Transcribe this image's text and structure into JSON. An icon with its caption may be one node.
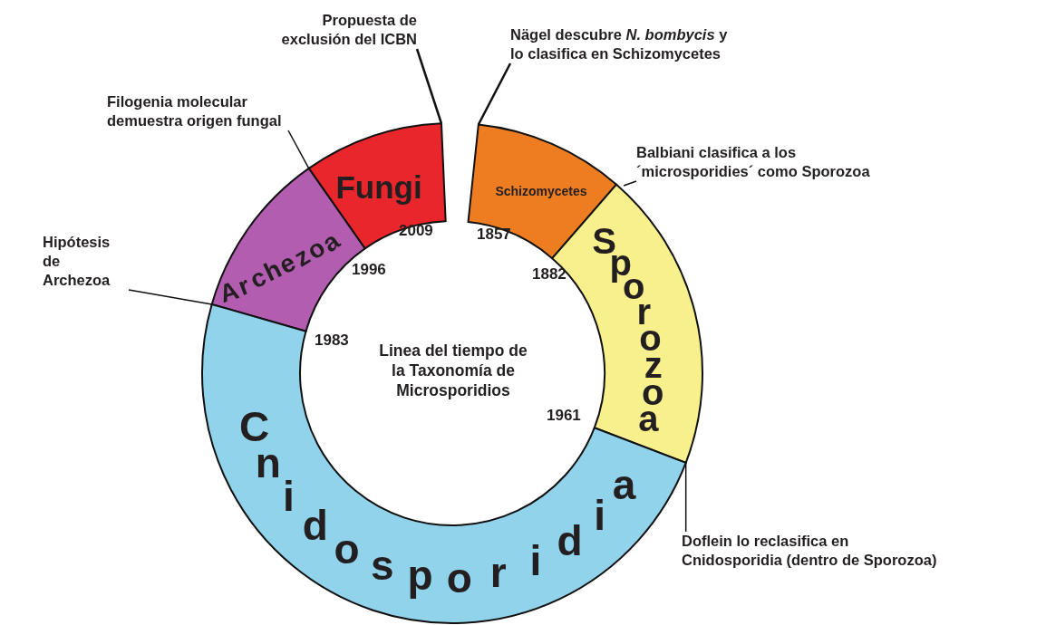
{
  "diagram": {
    "nodes": [
      {
        "text": [
          "Propuesta de exclusión del ICBN"
        ]
      },
      {
        "text": [
          "Nägel descubre *N. bombycis* y lo clasifica en Schizomycetes"
        ]
      },
      {
        "text": [
          "Filogenia molecular demuestra origen fungal"
        ]
      },
      {
        "text": [
          "Fungi"
        ]
      },
      {
        "text": [
          "Schizomycetes"
        ]
      },
      {
        "text": [
          "Balbiani clasifica a los ´microsporidies´ como Sporozoa"
        ]
      },
      {
        "text": [
          "Archezoa"
        ]
      },
      {
        "text": [
          "Hipótesis de Archezoa"
        ]
      },
      {
        "text": [
          "Sporozoa"
        ]
      },
      {
        "text": [
          "Cnidosporidia"
        ]
      },
      {
        "text": [
          "Doflein lo reclasifica en Cnidosporidia (dentro de Sporozoa)"
        ]
      }
    ],
    "edges": [
      {
        "from": 0,
        "to": 3,
        "arrow": "none"
      },
      {
        "from": 1,
        "to": 4,
        "arrow": "none"
      },
      {
        "from": 2,
        "to": 3,
        "arrow": "none"
      },
      {
        "from": 5,
        "to": null,
        "arrow": "none"
      },
      {
        "from": 7,
        "to": 6,
        "arrow": "none"
      },
      {
        "from": 10,
        "to": 9,
        "arrow": "none"
      }
    ],
    "labels": [
      "2009",
      "1857",
      "1996",
      "1882",
      "1983",
      "Linea del tiempo de la Taxonomía de Microsporidios",
      "1961"
    ]
  }
}
